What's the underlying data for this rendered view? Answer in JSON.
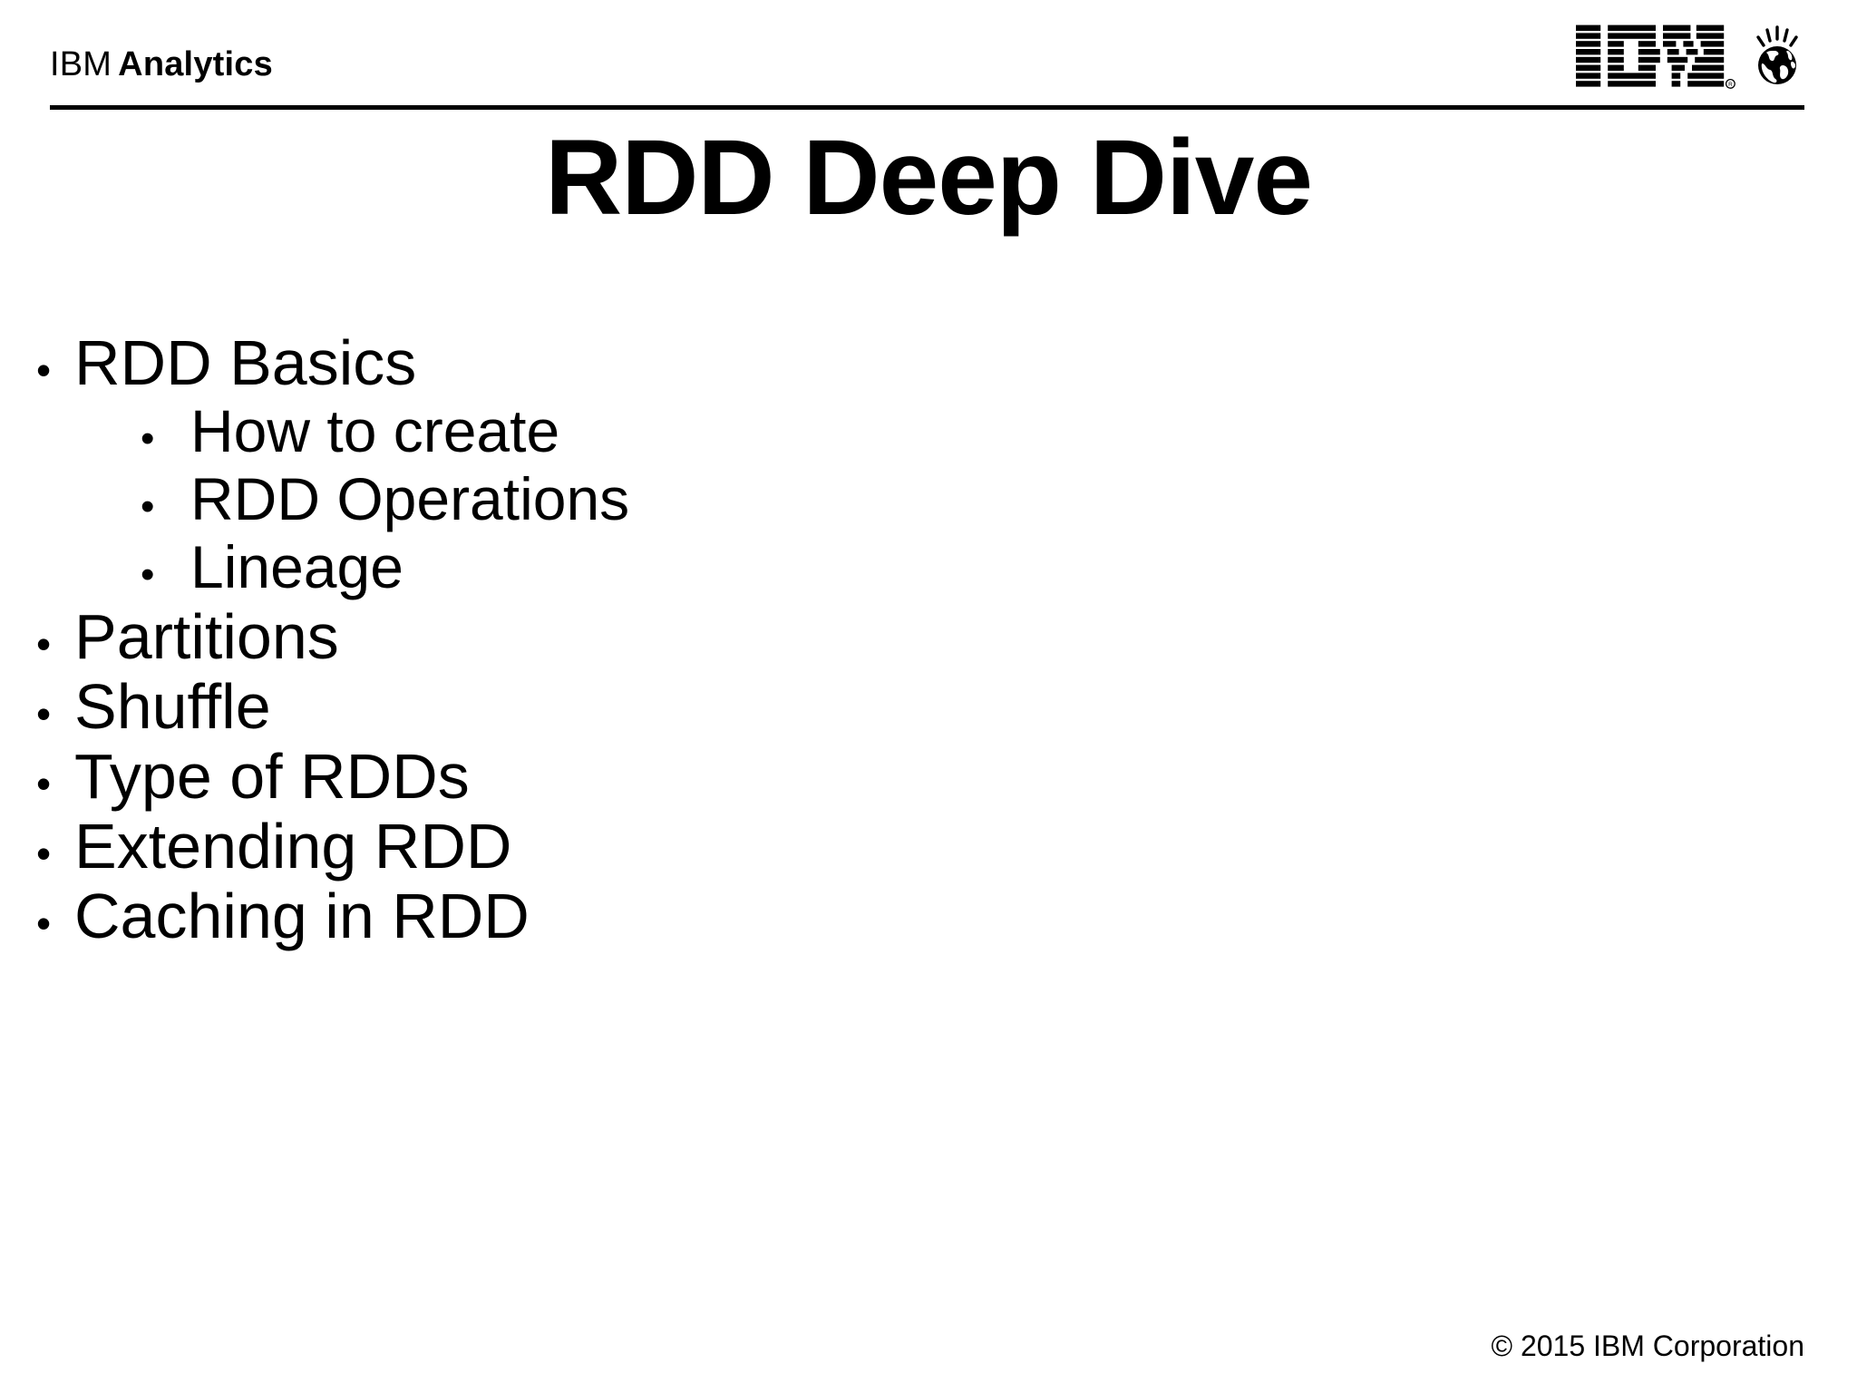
{
  "header": {
    "brand_primary": "IBM",
    "brand_secondary": "Analytics",
    "logo_wordmark": "IBM",
    "logo_registered": "®",
    "logo_icon_name": "ibm-globe-icon"
  },
  "title": "RDD Deep Dive",
  "bullets": [
    {
      "level": 1,
      "text": "RDD Basics"
    },
    {
      "level": 2,
      "text": "How to create"
    },
    {
      "level": 2,
      "text": "RDD Operations"
    },
    {
      "level": 2,
      "text": "Lineage"
    },
    {
      "level": 1,
      "text": "Partitions"
    },
    {
      "level": 1,
      "text": "Shuffle"
    },
    {
      "level": 1,
      "text": "Type of RDDs"
    },
    {
      "level": 1,
      "text": "Extending RDD"
    },
    {
      "level": 1,
      "text": "Caching in RDD"
    }
  ],
  "bullet_glyph": "•",
  "footer": {
    "copyright": "© 2015 IBM Corporation"
  },
  "colors": {
    "background": "#ffffff",
    "foreground": "#000000",
    "rule": "#000000"
  }
}
